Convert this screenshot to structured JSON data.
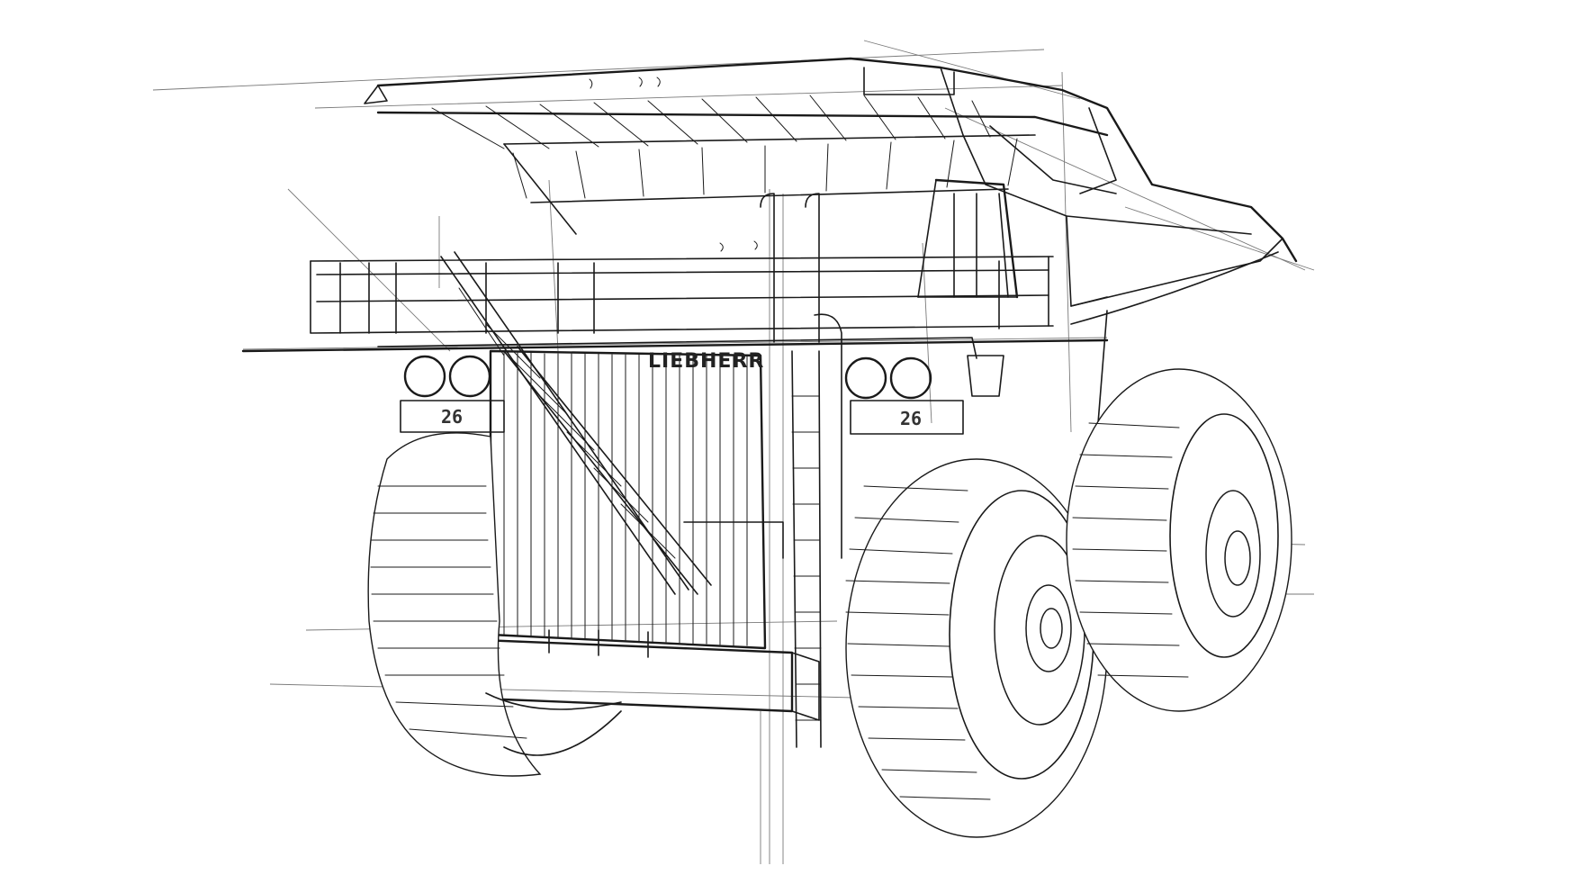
{
  "brand_text": "LIEBHERR",
  "unit_number_left": "26",
  "unit_number_right": "26",
  "colors": {
    "background": "#ffffff",
    "ink": "#1a1a1a"
  }
}
